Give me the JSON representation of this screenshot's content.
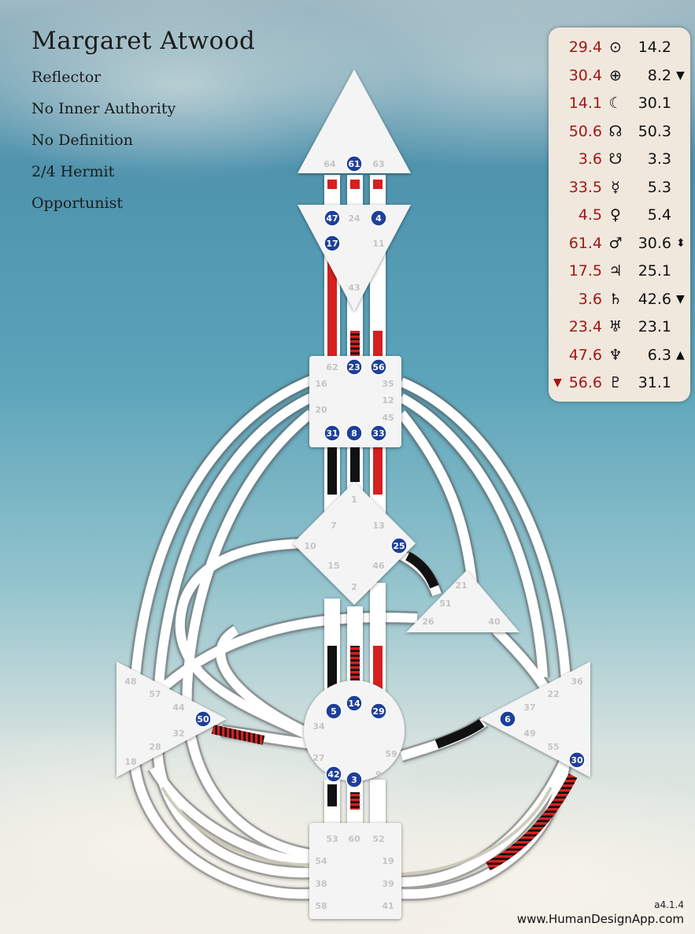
{
  "profile": {
    "name": "Margaret Atwood",
    "type": "Reflector",
    "authority": "No Inner Authority",
    "definition": "No Definition",
    "profile": "2/4 Hermit",
    "strategy": "Opportunist"
  },
  "planets": [
    {
      "design": "29.4",
      "symbol": "⊙",
      "name": "sun-icon",
      "personality": "14.2",
      "arrow": ""
    },
    {
      "design": "30.4",
      "symbol": "⊕",
      "name": "earth-icon",
      "personality": "8.2",
      "arrow": "▼"
    },
    {
      "design": "14.1",
      "symbol": "☾",
      "name": "moon-icon",
      "personality": "30.1",
      "arrow": ""
    },
    {
      "design": "50.6",
      "symbol": "☊",
      "name": "north-node-icon",
      "personality": "50.3",
      "arrow": ""
    },
    {
      "design": "3.6",
      "symbol": "☋",
      "name": "south-node-icon",
      "personality": "3.3",
      "arrow": ""
    },
    {
      "design": "33.5",
      "symbol": "☿",
      "name": "mercury-icon",
      "personality": "5.3",
      "arrow": ""
    },
    {
      "design": "4.5",
      "symbol": "♀",
      "name": "venus-icon",
      "personality": "5.4",
      "arrow": ""
    },
    {
      "design": "61.4",
      "symbol": "♂",
      "name": "mars-icon",
      "personality": "30.6",
      "arrow": "⬍"
    },
    {
      "design": "17.5",
      "symbol": "♃",
      "name": "jupiter-icon",
      "personality": "25.1",
      "arrow": ""
    },
    {
      "design": "3.6",
      "symbol": "♄",
      "name": "saturn-icon",
      "personality": "42.6",
      "arrow": "▼"
    },
    {
      "design": "23.4",
      "symbol": "♅",
      "name": "uranus-icon",
      "personality": "23.1",
      "arrow": ""
    },
    {
      "design": "47.6",
      "symbol": "♆",
      "name": "neptune-icon",
      "personality": "6.3",
      "arrow": "▲"
    },
    {
      "design": "56.6",
      "symbol": "♇",
      "name": "pluto-icon",
      "personality": "31.1",
      "arrow": "",
      "left_arrow": "▼"
    }
  ],
  "active_gates": [
    "61",
    "47",
    "4",
    "17",
    "23",
    "56",
    "31",
    "8",
    "33",
    "25",
    "5",
    "14",
    "29",
    "42",
    "3",
    "50",
    "6",
    "30"
  ],
  "inactive_gates": [
    "64",
    "63",
    "24",
    "11",
    "43",
    "62",
    "16",
    "35",
    "20",
    "12",
    "45",
    "1",
    "7",
    "13",
    "10",
    "15",
    "46",
    "2",
    "21",
    "51",
    "26",
    "40",
    "48",
    "57",
    "44",
    "32",
    "28",
    "18",
    "34",
    "27",
    "59",
    "9",
    "36",
    "22",
    "37",
    "49",
    "55",
    "53",
    "60",
    "52",
    "54",
    "19",
    "38",
    "39",
    "58",
    "41"
  ],
  "colors": {
    "active_gate": "#1e3f9a",
    "design_red": "#d42020",
    "personality_black": "#111111",
    "center_fill": "#f4f4f4",
    "panel_bg": "#f0e8dd",
    "design_text": "#a31616"
  },
  "footer": {
    "version": "a4.1.4",
    "site": "www.HumanDesignApp.com"
  }
}
